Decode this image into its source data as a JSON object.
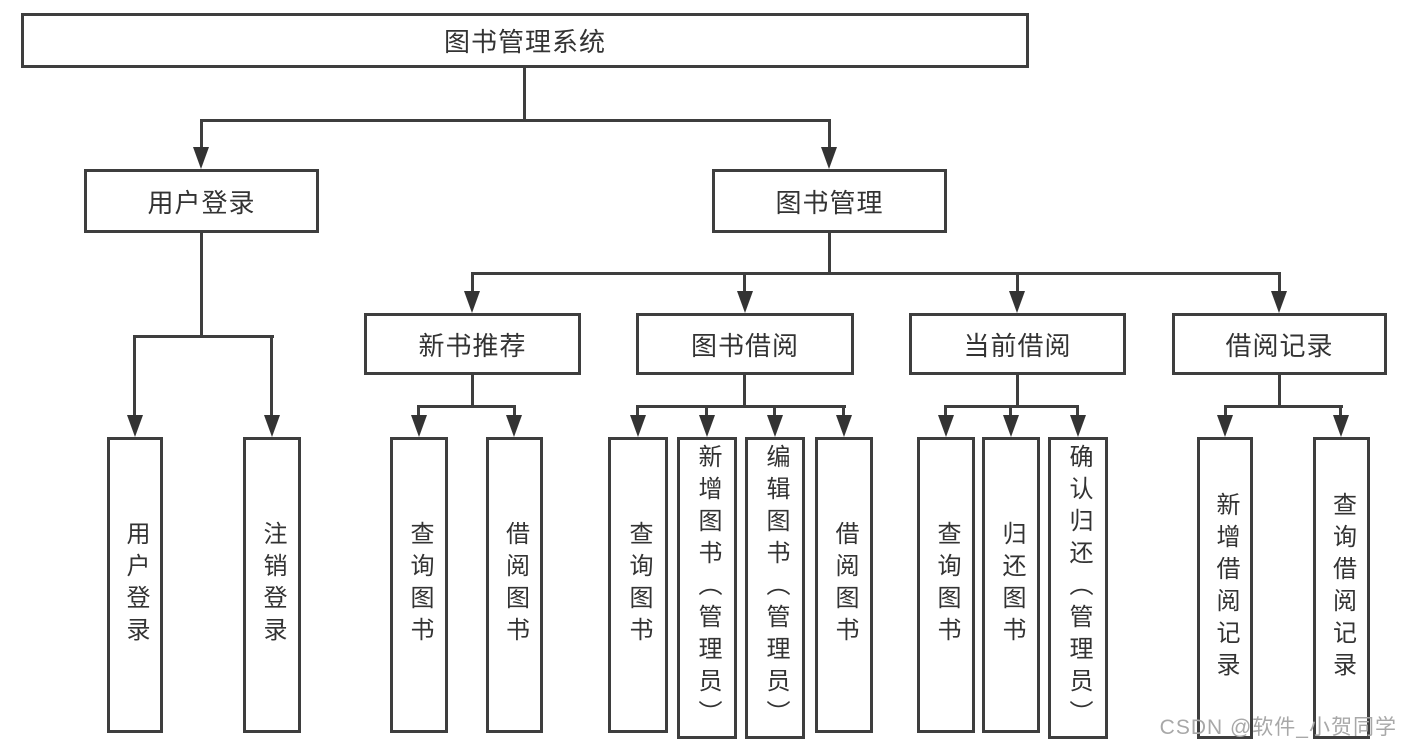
{
  "chart": {
    "root": {
      "label": "图书管理系统"
    },
    "level2": [
      {
        "label": "用户登录"
      },
      {
        "label": "图书管理"
      }
    ],
    "level3": [
      {
        "label": "新书推荐"
      },
      {
        "label": "图书借阅"
      },
      {
        "label": "当前借阅"
      },
      {
        "label": "借阅记录"
      }
    ],
    "leaves": [
      {
        "label": "用户登录"
      },
      {
        "label": "注销登录"
      },
      {
        "label": "查询图书"
      },
      {
        "label": "借阅图书"
      },
      {
        "label": "查询图书"
      },
      {
        "label": "新增图书（管理员）"
      },
      {
        "label": "编辑图书（管理员）"
      },
      {
        "label": "借阅图书"
      },
      {
        "label": "查询图书"
      },
      {
        "label": "归还图书"
      },
      {
        "label": "确认归还（管理员）"
      },
      {
        "label": "新增借阅记录"
      },
      {
        "label": "查询借阅记录"
      }
    ],
    "watermark": "CSDN @软件_小贺同学",
    "colors": {
      "stroke": "#3e3e3e",
      "text": "#333333",
      "watermark": "#a8a8a8",
      "background": "#ffffff"
    }
  }
}
